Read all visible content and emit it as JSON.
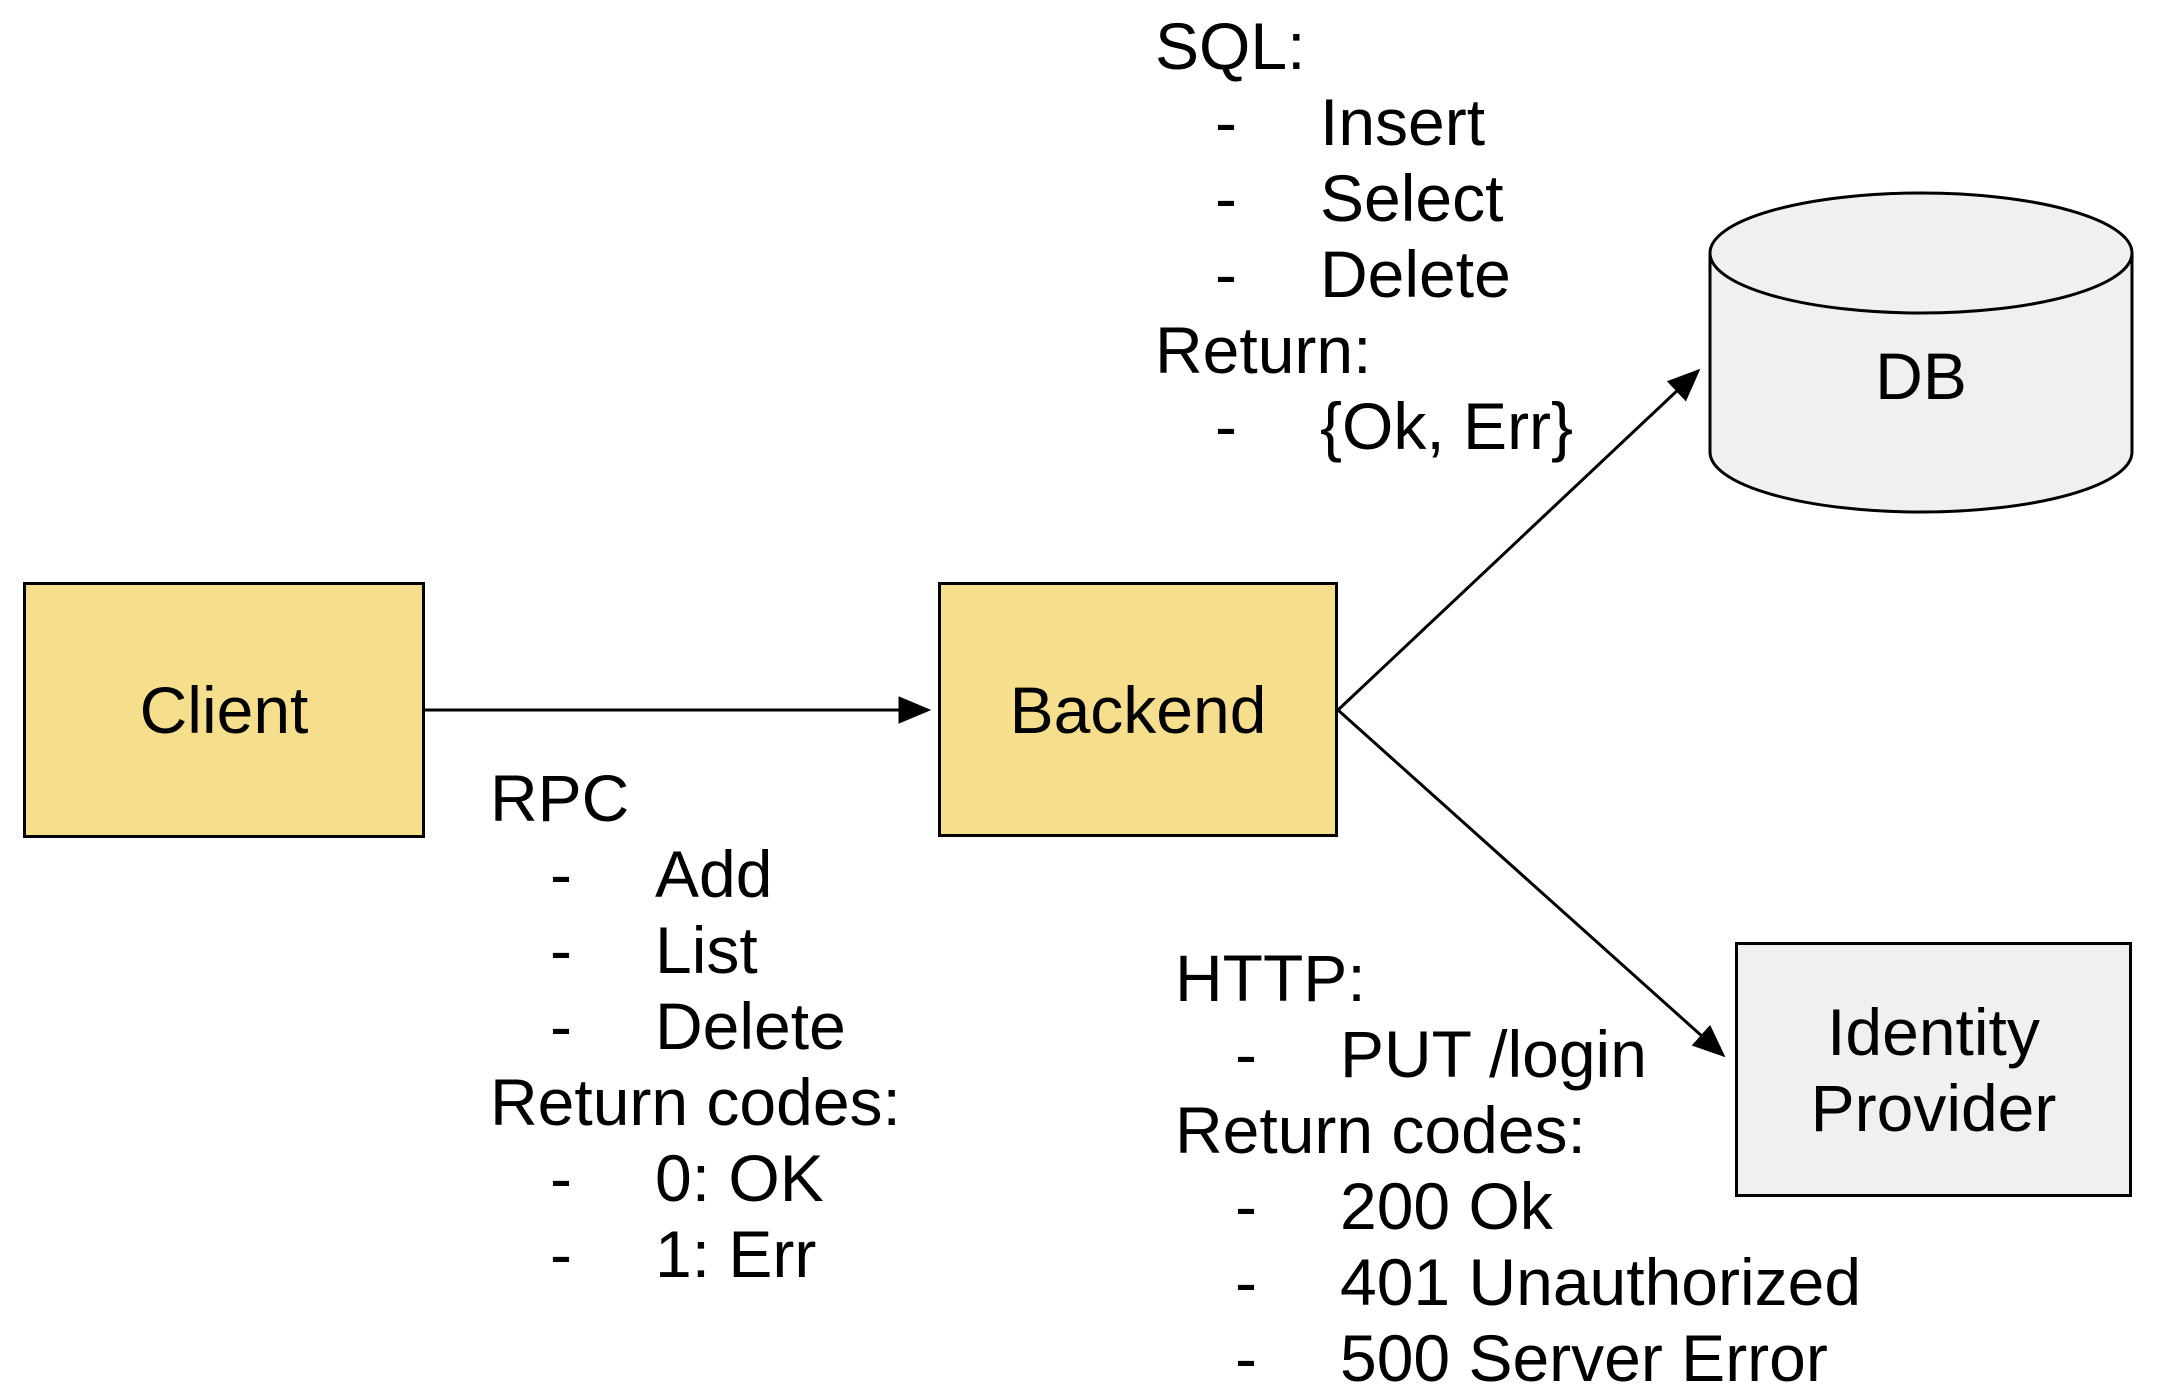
{
  "nodes": {
    "client": {
      "label": "Client"
    },
    "backend": {
      "label": "Backend"
    },
    "db": {
      "label": "DB"
    },
    "identity_provider": {
      "label": "Identity Provider"
    }
  },
  "colors": {
    "service_box_fill": "#F5DE8C",
    "storage_box_fill": "#F0F0F0",
    "stroke": "#000000",
    "background": "#FFFFFF"
  },
  "annotations": {
    "sql": {
      "title": "SQL:",
      "items": {
        "0": "Insert",
        "1": "Select",
        "2": "Delete"
      },
      "return_title": "Return:",
      "return_items": {
        "0": "{Ok, Err}"
      }
    },
    "rpc": {
      "title": "RPC",
      "items": {
        "0": "Add",
        "1": "List",
        "2": "Delete"
      },
      "return_title": "Return codes:",
      "return_items": {
        "0": "0: OK",
        "1": "1: Err"
      }
    },
    "http": {
      "title": "HTTP:",
      "items": {
        "0": "PUT /login"
      },
      "return_title": "Return codes:",
      "return_items": {
        "0": "200 Ok",
        "1": "401 Unauthorized",
        "2": "500 Server Error"
      }
    }
  }
}
